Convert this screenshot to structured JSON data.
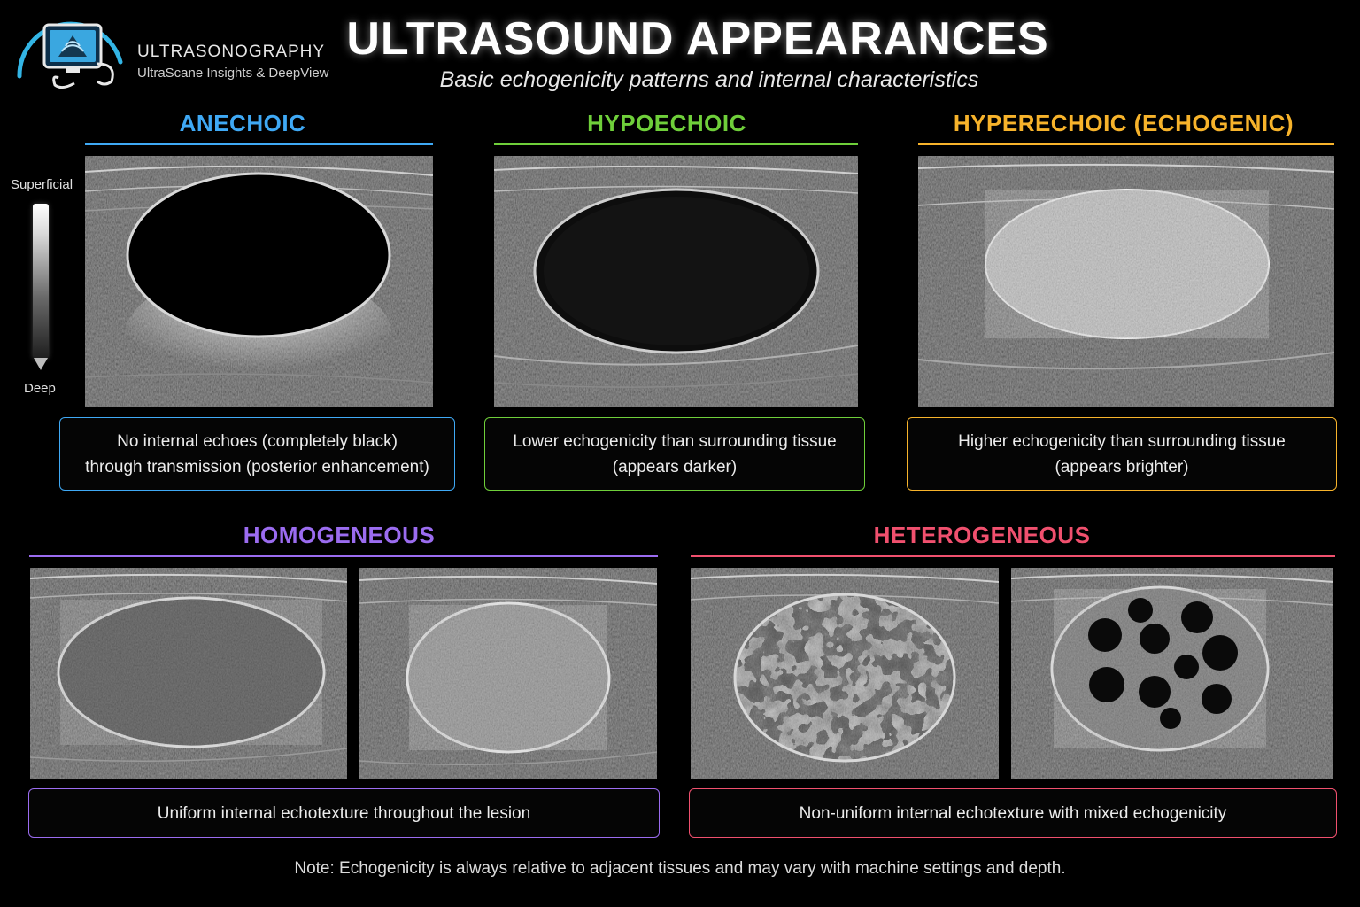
{
  "logo": {
    "name": "ULTRASONOGRAPHY",
    "subtitle": "UltraScane Insights & DeepView"
  },
  "header": {
    "title": "ULTRASOUND APPEARANCES",
    "subtitle": "Basic echogenicity patterns and internal characteristics"
  },
  "depth_scale": {
    "top_label": "Superficial",
    "bottom_label": "Deep"
  },
  "sections": {
    "anechoic": {
      "title": "ANECHOIC",
      "color": "#3fa9f5",
      "desc_lines": [
        "No internal echoes (completely black)",
        "through transmission (posterior enhancement)"
      ]
    },
    "hypoechoic": {
      "title": "HYPOECHOIC",
      "color": "#6fcf3a",
      "desc_lines": [
        "Lower echogenicity than surrounding tissue",
        "(appears darker)"
      ]
    },
    "hyperechoic": {
      "title": "HYPERECHOIC (ECHOGENIC)",
      "color": "#f7b32b",
      "desc_lines": [
        "Higher echogenicity than surrounding tissue",
        "(appears brighter)"
      ]
    },
    "homogeneous": {
      "title": "HOMOGENEOUS",
      "color": "#9b6cf0",
      "desc_lines": [
        "Uniform internal echotexture throughout the lesion"
      ]
    },
    "heterogeneous": {
      "title": "HETEROGENEOUS",
      "color": "#f0506e",
      "desc_lines": [
        "Non-uniform internal echotexture with mixed echogenicity"
      ]
    }
  },
  "footnote": "Note: Echogenicity is always relative to adjacent tissues and may vary with machine settings and depth.",
  "icons": {
    "logo": "ultrasound-monitor-probe-icon",
    "depth_arrow": "arrow-down-icon"
  }
}
